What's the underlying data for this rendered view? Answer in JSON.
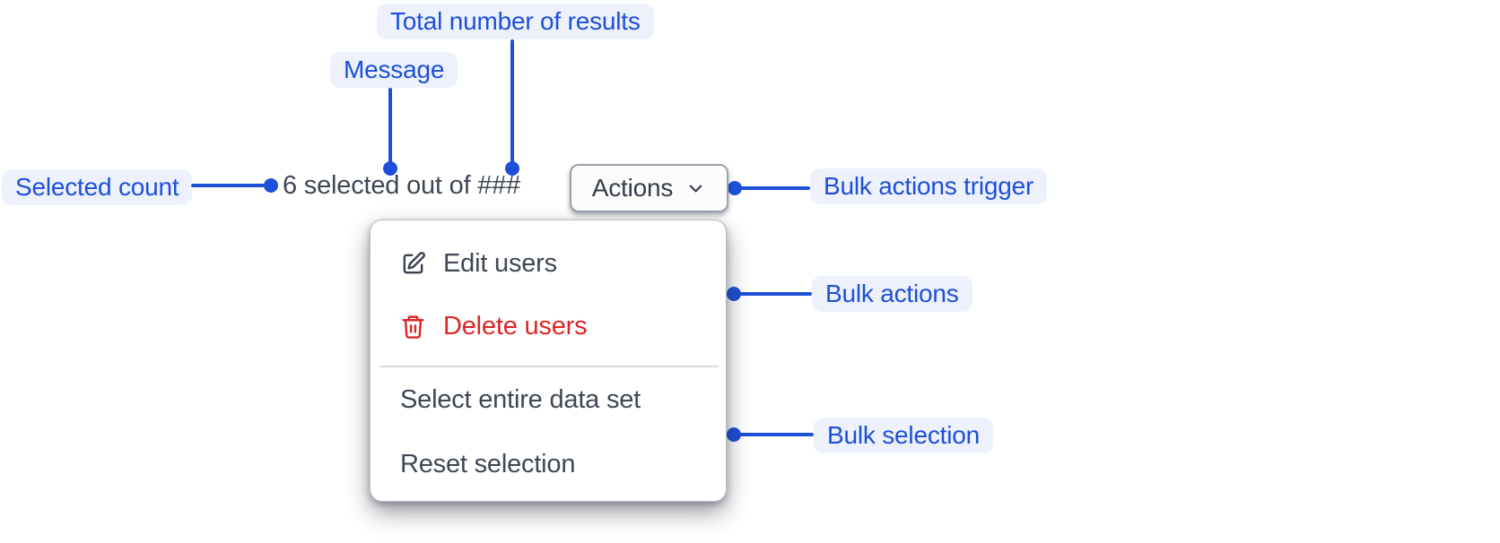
{
  "colors": {
    "accent_blue": "#1D4FD8",
    "annotation_pill_bg": "#EDF1FC",
    "danger_red": "#DC2626",
    "text_dark": "#3F4754"
  },
  "annotations": {
    "selected_count": "Selected count",
    "message": "Message",
    "total_results": "Total number of results",
    "bulk_actions_trigger": "Bulk actions trigger",
    "bulk_actions": "Bulk actions",
    "bulk_selection": "Bulk selection"
  },
  "bulk_bar": {
    "selected_count": "6",
    "message_text": "selected out of",
    "total_placeholder": "###",
    "actions_button_label": "Actions"
  },
  "menu": {
    "bulk_actions": [
      {
        "label": "Edit users",
        "icon": "edit-icon",
        "danger": false
      },
      {
        "label": "Delete users",
        "icon": "trash-icon",
        "danger": true
      }
    ],
    "bulk_selection": [
      {
        "label": "Select entire data set"
      },
      {
        "label": "Reset selection"
      }
    ]
  }
}
